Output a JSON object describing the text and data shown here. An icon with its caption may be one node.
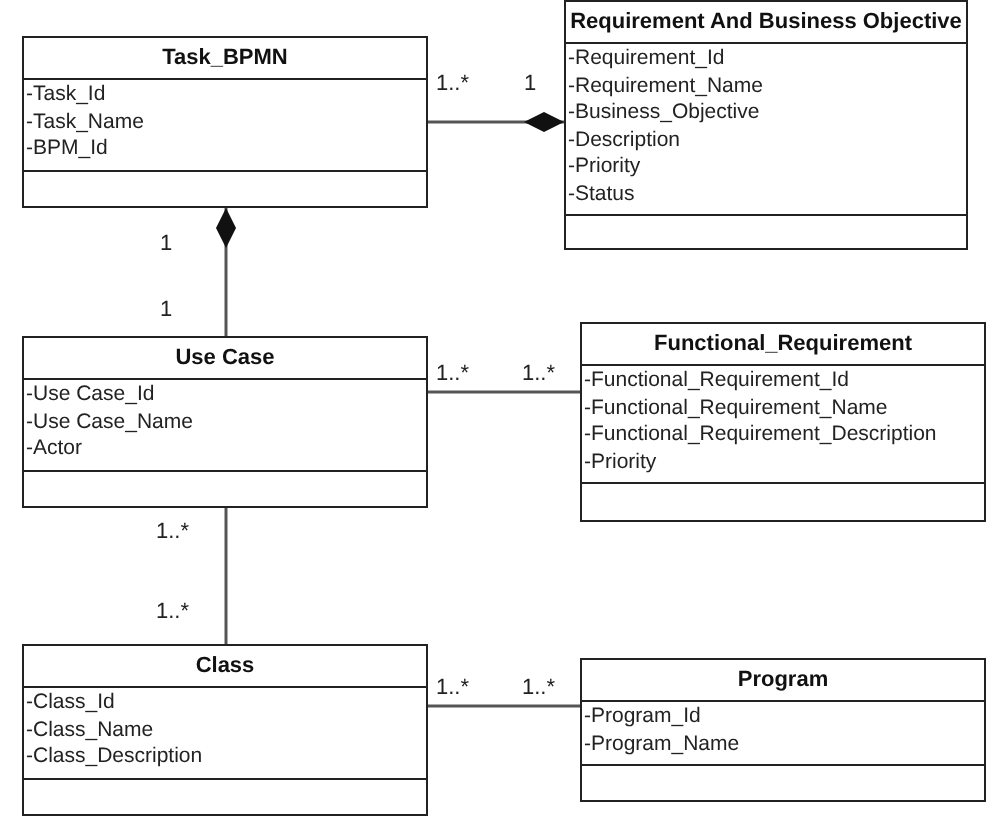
{
  "diagram": {
    "nodes": [
      {
        "text": [
          "Task_BPMN",
          "-Task_Id",
          "-Task_Name",
          "-BPM_Id"
        ]
      },
      {
        "text": [
          "Requirement And Business Objective",
          "-Requirement_Id",
          "-Requirement_Name",
          "-Business_Objective",
          "-Description",
          "-Priority",
          "-Status"
        ]
      },
      {
        "text": [
          "Use Case",
          "-Use Case_Id",
          "-Use Case_Name",
          "-Actor"
        ]
      },
      {
        "text": [
          "Functional_Requirement",
          "-Functional_Requirement_Id",
          "-Functional_Requirement_Name",
          "-Functional_Requirement_Description",
          "-Priority"
        ]
      },
      {
        "text": [
          "Class",
          "-Class_Id",
          "-Class_Name",
          "-Class_Description"
        ]
      },
      {
        "text": [
          "Program",
          "-Program_Id",
          "-Program_Name"
        ]
      }
    ],
    "edges": [
      {
        "from": 0,
        "to": 1,
        "arrow": "other"
      },
      {
        "from": 2,
        "to": 0,
        "arrow": "other"
      },
      {
        "from": 2,
        "to": 3,
        "arrow": "none"
      },
      {
        "from": 2,
        "to": 4,
        "arrow": "none"
      },
      {
        "from": 4,
        "to": 5,
        "arrow": "none"
      }
    ],
    "labels": [
      "1..*",
      "1",
      "1",
      "1",
      "1..*",
      "1..*",
      "1..*",
      "1..*",
      "1..*",
      "1..*"
    ]
  }
}
